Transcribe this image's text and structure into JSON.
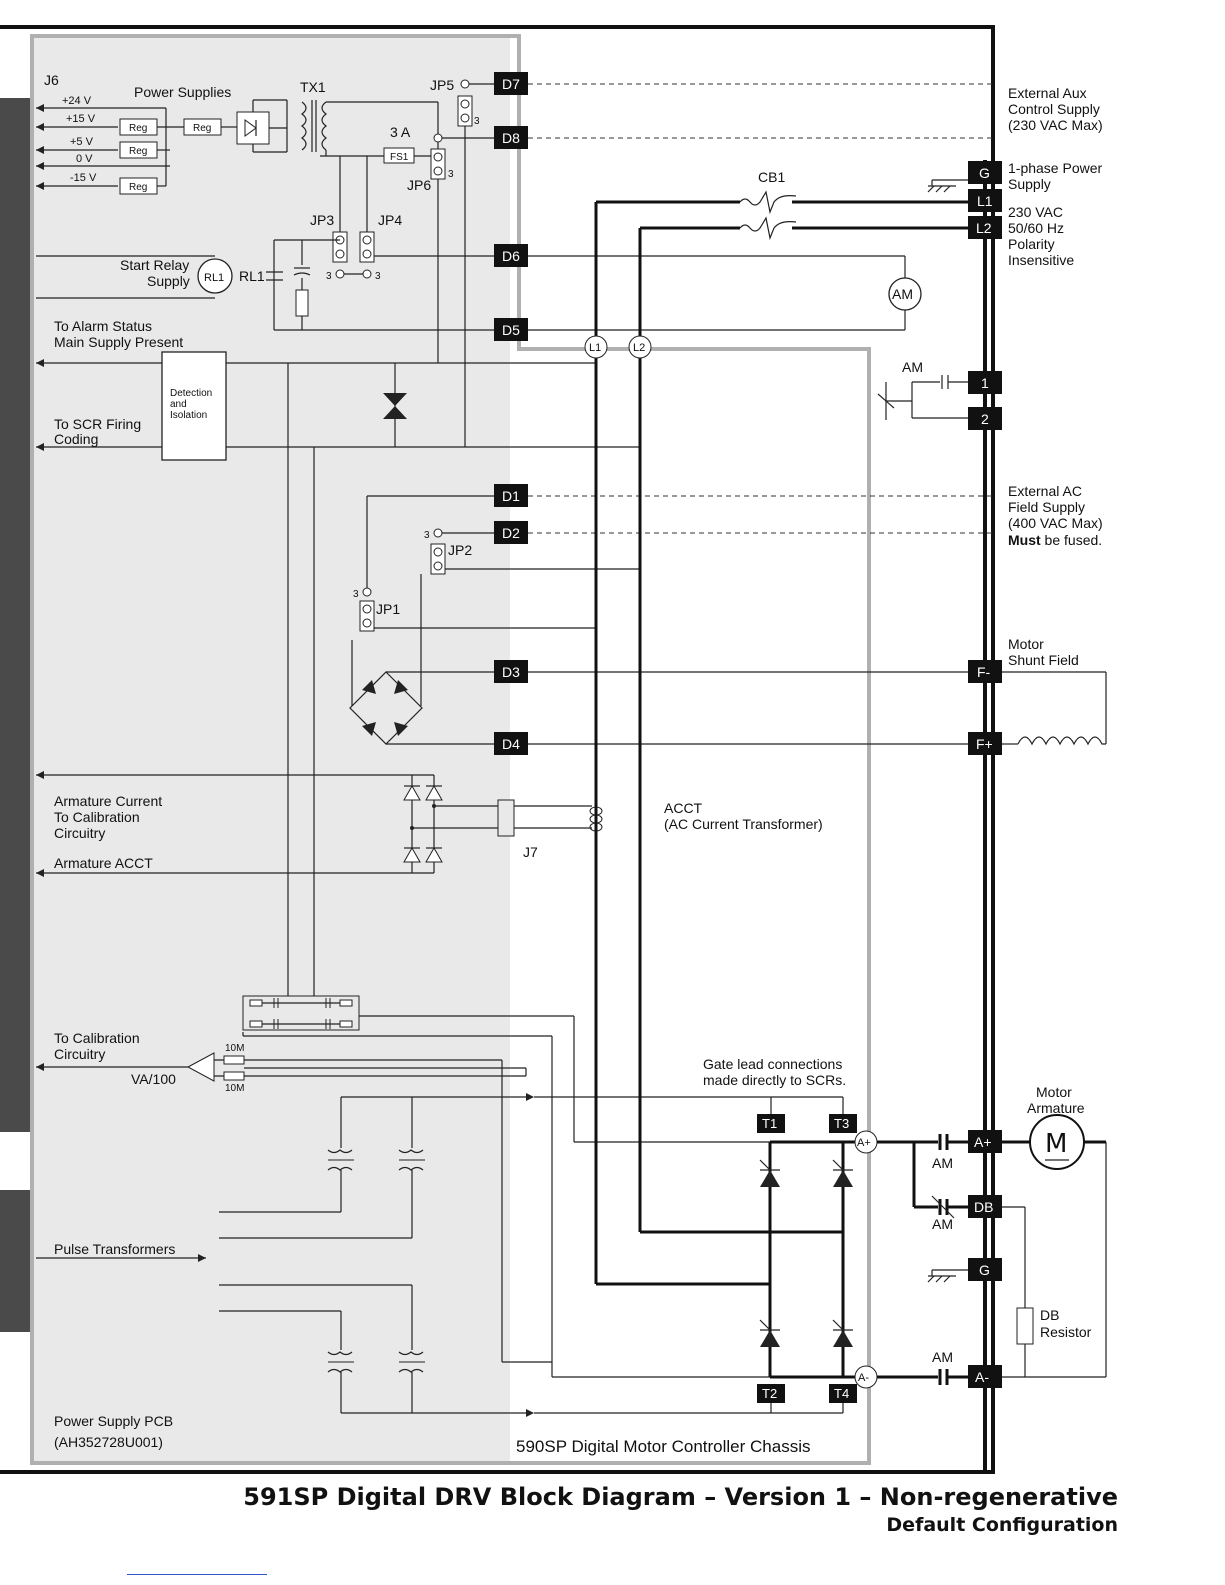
{
  "title": "591SP Digital DRV Block Diagram – Version 1 – Non-regenerative",
  "subtitle": "Default Configuration",
  "pcb": {
    "name": "Power Supply PCB",
    "part": "(AH352728U001)"
  },
  "chassis": "590SP Digital Motor Controller Chassis",
  "j6": {
    "label": "J6",
    "rails": [
      "+24 V",
      "+15 V",
      "+5 V",
      "0 V",
      "-15 V"
    ]
  },
  "power_supplies": "Power Supplies",
  "reg_label": "Reg",
  "tx1": "TX1",
  "fuse": {
    "rating": "3 A",
    "name": "FS1"
  },
  "jumpers": {
    "jp5": "JP5",
    "jp6": "JP6",
    "jp3": "JP3",
    "jp4": "JP4",
    "jp2": "JP2",
    "jp1": "JP1",
    "pin3": "3"
  },
  "relay": {
    "line1": "Start Relay",
    "line2": "Supply",
    "coil": "RL1",
    "contact": "RL1"
  },
  "alarm": {
    "line1": "To Alarm Status",
    "line2": "Main Supply Present"
  },
  "detection": {
    "l1": "Detection",
    "l2": "and",
    "l3": "Isolation"
  },
  "scr_firing": {
    "line1": "To SCR Firing",
    "line2": "Coding"
  },
  "armature_current": {
    "l1": "Armature Current",
    "l2": "To Calibration",
    "l3": "Circuitry"
  },
  "armature_acct": "Armature ACCT",
  "j7": "J7",
  "acct": {
    "l1": "ACCT",
    "l2": "(AC Current Transformer)"
  },
  "calibration": {
    "l1": "To Calibration",
    "l2": "Circuitry",
    "va": "VA/100",
    "r1": "10M",
    "r2": "10M"
  },
  "pulse_transformers": "Pulse Transformers",
  "gate_note": {
    "l1": "Gate lead connections",
    "l2": "made directly to SCRs."
  },
  "terminals": {
    "d7": "D7",
    "d8": "D8",
    "d6": "D6",
    "d5": "D5",
    "d1": "D1",
    "d2": "D2",
    "d3": "D3",
    "d4": "D4",
    "g1": "G",
    "l1": "L1",
    "l2": "L2",
    "t_1": "1",
    "t_2": "2",
    "fm": "F-",
    "fp": "F+",
    "ap": "A+",
    "db": "DB",
    "g2": "G",
    "am": "A-",
    "T1": "T1",
    "T3": "T3",
    "T2": "T2",
    "T4": "T4"
  },
  "nodes": {
    "l1": "L1",
    "l2": "L2",
    "ap": "A+",
    "am": "A-"
  },
  "cb1": "CB1",
  "am_contactor": "AM",
  "ext_aux": {
    "l1": "External Aux",
    "l2": "Control Supply",
    "l3": "(230 VAC Max)"
  },
  "supply": {
    "l1": "1-phase Power",
    "l2": "Supply",
    "l3": "230 VAC",
    "l4": "50/60 Hz",
    "l5": "Polarity",
    "l6": "Insensitive"
  },
  "ext_field": {
    "l1": "External AC",
    "l2": "Field Supply",
    "l3": "(400 VAC Max)",
    "must": "Must",
    "fused": " be fused."
  },
  "motor_field": {
    "l1": "Motor",
    "l2": "Shunt Field"
  },
  "motor_armature": {
    "l1": "Motor",
    "l2": "Armature",
    "symbol": "M"
  },
  "db_resistor": {
    "l1": "DB",
    "l2": "Resistor"
  }
}
